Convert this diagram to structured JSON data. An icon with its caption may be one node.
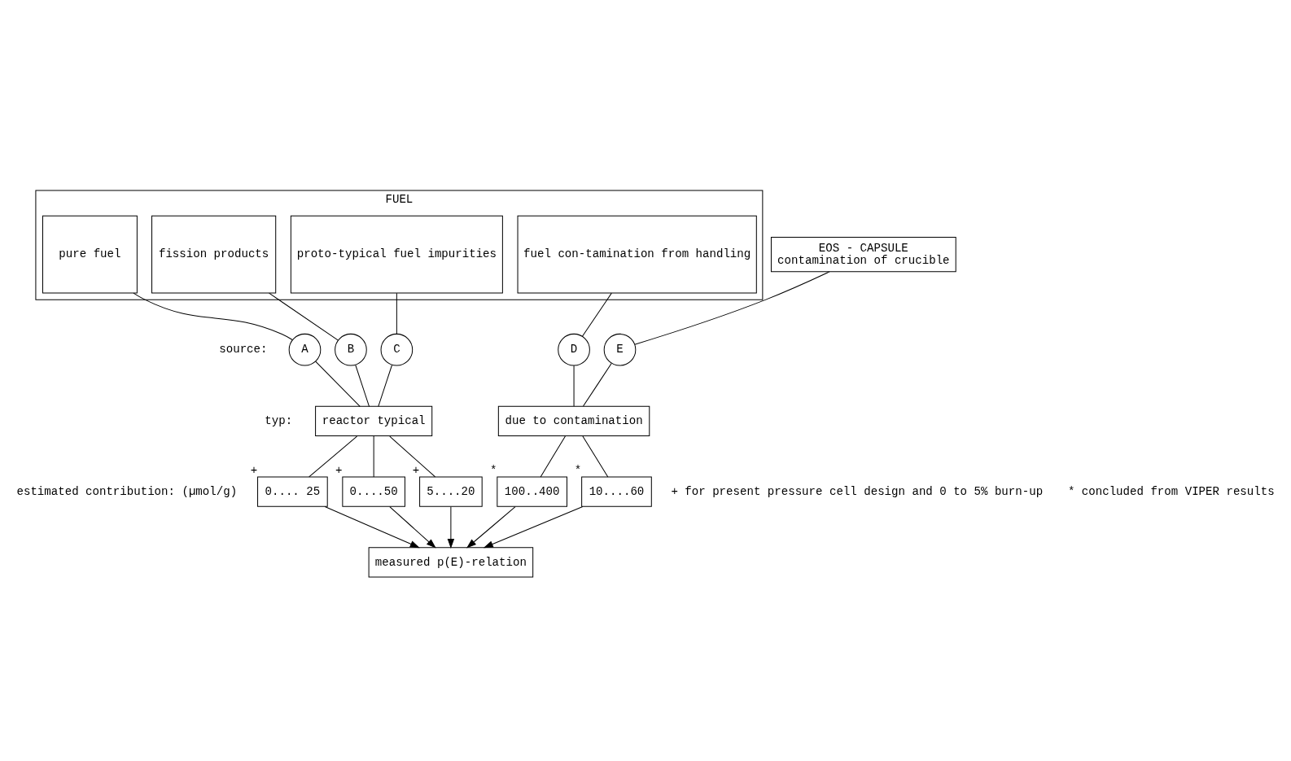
{
  "diagram": {
    "nodes": [
      {
        "text": [
          "FUEL"
        ]
      },
      {
        "text": [
          "pure fuel"
        ],
        "in": 0
      },
      {
        "text": [
          "fission products"
        ],
        "in": 0
      },
      {
        "text": [
          "proto-typical fuel impurities"
        ],
        "in": 0
      },
      {
        "text": [
          "fuel con-tamination from handling"
        ],
        "in": 0
      },
      {
        "text": [
          "EOS - CAPSULE",
          "contamination of crucible"
        ]
      },
      {
        "text": [
          "A"
        ]
      },
      {
        "text": [
          "B"
        ]
      },
      {
        "text": [
          "C"
        ]
      },
      {
        "text": [
          "D"
        ]
      },
      {
        "text": [
          "E"
        ]
      },
      {
        "text": [
          "reactor typical"
        ]
      },
      {
        "text": [
          "due to contamination"
        ]
      },
      {
        "text": [
          "0.... 25"
        ],
        "beside": [
          "+"
        ]
      },
      {
        "text": [
          "0....50"
        ],
        "beside": [
          "+"
        ]
      },
      {
        "text": [
          "5....20"
        ],
        "beside": [
          "+"
        ]
      },
      {
        "text": [
          "100..400"
        ],
        "beside": [
          "*"
        ]
      },
      {
        "text": [
          "10....60"
        ],
        "beside": [
          "*"
        ]
      },
      {
        "text": [
          "measured p(E)-relation"
        ]
      }
    ],
    "edges": [
      {
        "from": 1,
        "to": 6,
        "arrow": "none"
      },
      {
        "from": 2,
        "to": 7,
        "arrow": "none"
      },
      {
        "from": 3,
        "to": 8,
        "arrow": "none"
      },
      {
        "from": 4,
        "to": 9,
        "arrow": "none"
      },
      {
        "from": 5,
        "to": 10,
        "arrow": "none"
      },
      {
        "from": 6,
        "to": 11,
        "arrow": "none"
      },
      {
        "from": 7,
        "to": 11,
        "arrow": "none"
      },
      {
        "from": 8,
        "to": 11,
        "arrow": "none"
      },
      {
        "from": 9,
        "to": 12,
        "arrow": "none"
      },
      {
        "from": 10,
        "to": 12,
        "arrow": "none"
      },
      {
        "from": 11,
        "to": 13,
        "arrow": "none"
      },
      {
        "from": 11,
        "to": 14,
        "arrow": "none"
      },
      {
        "from": 11,
        "to": 15,
        "arrow": "none"
      },
      {
        "from": 12,
        "to": 16,
        "arrow": "none"
      },
      {
        "from": 12,
        "to": 17,
        "arrow": "none"
      },
      {
        "from": 13,
        "to": 18,
        "arrow": "to"
      },
      {
        "from": 14,
        "to": 18,
        "arrow": "to"
      },
      {
        "from": 15,
        "to": 18,
        "arrow": "to"
      },
      {
        "from": 16,
        "to": 18,
        "arrow": "to"
      },
      {
        "from": 17,
        "to": 18,
        "arrow": "to"
      }
    ],
    "labels": [
      "source:",
      "typ:",
      "estimated contribution: (µmol/g)",
      "+ for present pressure cell design and 0 to 5% burn-up",
      "* concluded from VIPER results"
    ]
  }
}
